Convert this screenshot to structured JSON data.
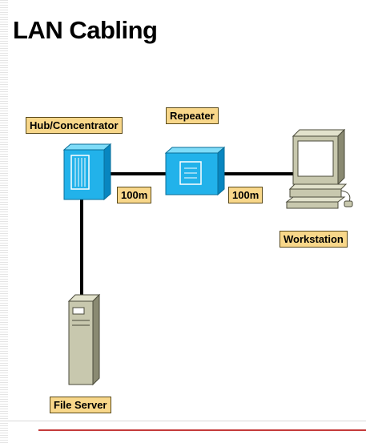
{
  "title": "LAN Cabling",
  "labels": {
    "hub": "Hub/Concentrator",
    "repeater": "Repeater",
    "workstation": "Workstation",
    "file_server": "File Server",
    "segment_1": "100m",
    "segment_2": "100m"
  }
}
